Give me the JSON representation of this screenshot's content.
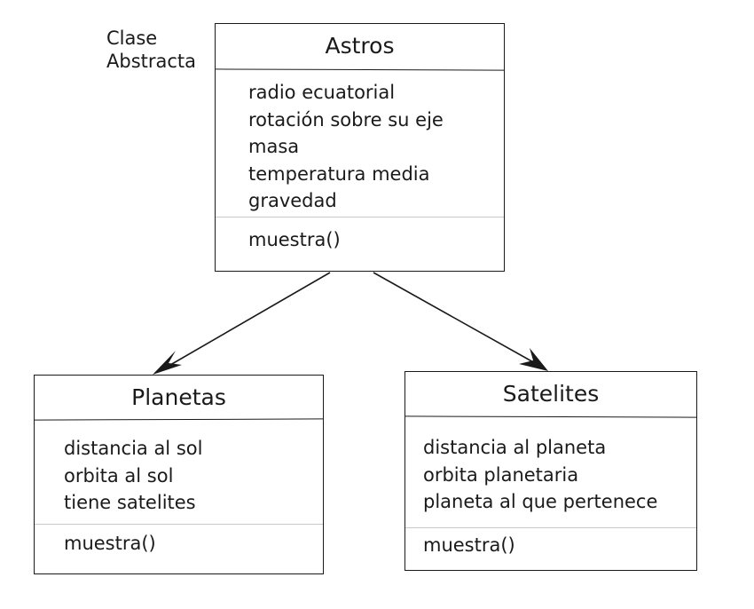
{
  "note": {
    "line1": "Clase",
    "line2": "Abstracta"
  },
  "classes": {
    "astros": {
      "name": "Astros",
      "attributes": [
        "radio ecuatorial",
        "rotación sobre su eje",
        "masa",
        "temperatura media",
        "gravedad"
      ],
      "methods": [
        "muestra()"
      ]
    },
    "planetas": {
      "name": "Planetas",
      "attributes": [
        "distancia al sol",
        "orbita al sol",
        "tiene satelites"
      ],
      "methods": [
        "muestra()"
      ]
    },
    "satelites": {
      "name": "Satelites",
      "attributes": [
        "distancia al planeta",
        "orbita planetaria",
        "planeta al que pertenece"
      ],
      "methods": [
        "muestra()"
      ]
    }
  },
  "relations": [
    {
      "from": "Astros",
      "to": "Planetas",
      "type": "arrow"
    },
    {
      "from": "Astros",
      "to": "Satelites",
      "type": "arrow"
    }
  ]
}
